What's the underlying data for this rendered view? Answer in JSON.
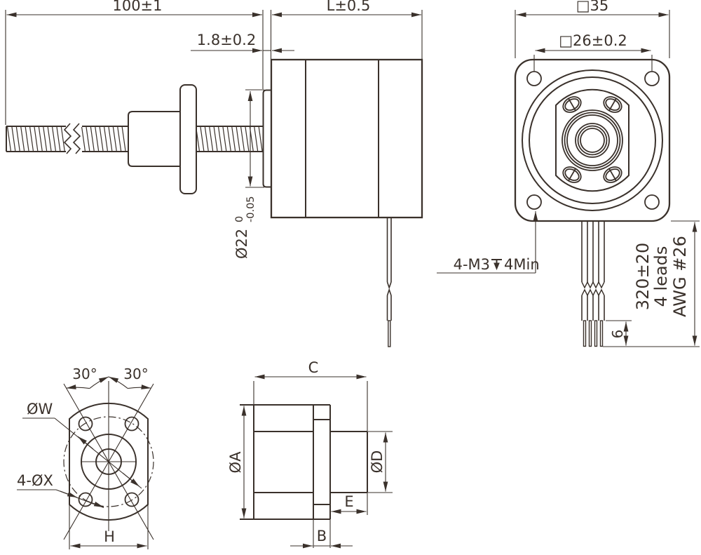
{
  "colors": {
    "line": "#3a312b",
    "background": "#ffffff"
  },
  "side_view": {
    "screw_length": "100±1",
    "motor_length": "L±0.5",
    "pilot_thickness": "1.8±0.2",
    "pilot_diameter": {
      "main": "Ø22",
      "tol_upper": "0",
      "tol_lower": "-0.05"
    }
  },
  "front_view": {
    "body_square": "□35",
    "hole_spacing": "□26±0.2",
    "mounting_thread_prefix": "4-M3",
    "mounting_thread_suffix": "4Min",
    "lead_length": "320±20",
    "lead_count": "4 leads",
    "lead_gauge": "AWG #26",
    "strip_length": "6"
  },
  "nut_front_view": {
    "hole_angle_left": "30°",
    "hole_angle_right": "30°",
    "bolt_circle_diameter": "ØW",
    "hole_callout": "4-ØX",
    "across_flats": "H"
  },
  "nut_side_view": {
    "total_length": "C",
    "flange_diameter": "ØA",
    "body_diameter": "ØD",
    "boss_length": "E",
    "flange_thickness": "B"
  }
}
